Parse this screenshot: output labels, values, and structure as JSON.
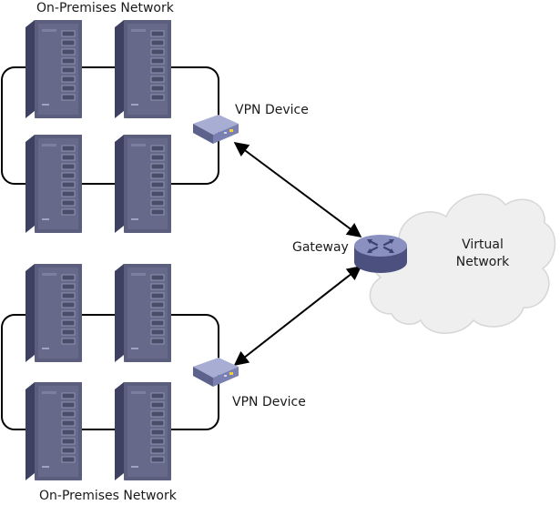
{
  "labels": {
    "network_top": "On-Premises Network",
    "network_bottom": "On-Premises Network",
    "vpn_top": "VPN Device",
    "vpn_bottom": "VPN Device",
    "gateway": "Gateway",
    "virtual_network_line1": "Virtual",
    "virtual_network_line2": "Network"
  },
  "icons": {
    "server": "server-tower-icon",
    "vpn": "vpn-device-icon",
    "gateway": "router-gateway-icon",
    "cloud": "cloud-icon"
  },
  "colors": {
    "server_front": "#5b5f7d",
    "server_side": "#3d4060",
    "server_top": "#8a8fae",
    "vpn_body": "#8a90b8",
    "gateway_body": "#6d73a3",
    "cloud": "#efefef",
    "line": "#000000"
  }
}
